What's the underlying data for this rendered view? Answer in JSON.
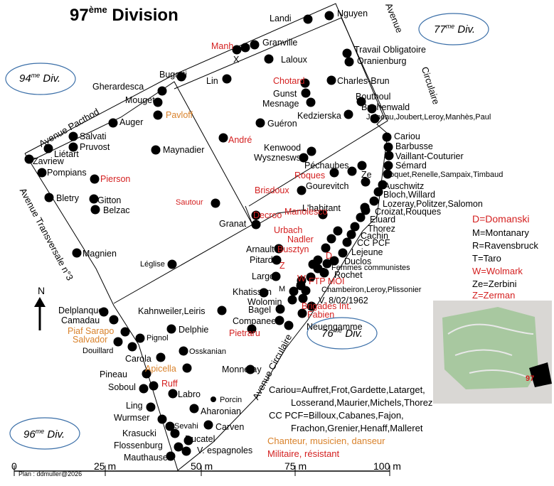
{
  "title": {
    "main": "97",
    "sup": "ème",
    "rest": " Division"
  },
  "divisions": {
    "d94": {
      "num": "94",
      "sup": "me",
      "word": "Div."
    },
    "d77": {
      "num": "77",
      "sup": "me",
      "word": "Div."
    },
    "d76": {
      "num": "76",
      "sup": "me",
      "word": "Div."
    },
    "d96": {
      "num": "96",
      "sup": "me",
      "word": "Div."
    }
  },
  "roads": [
    "Avenue",
    "Circulaire",
    "Avenue Pacthod",
    "Avenue Transversale n°3",
    "Avenue Circulaire"
  ],
  "north": "N",
  "legend": [
    "D=Domanski",
    "M=Montanary",
    "R=Ravensbruck",
    "T=Taro",
    "W=Wolmark",
    "Ze=Zerbini",
    "Z=Zerman"
  ],
  "notes": [
    "Cariou=Auffret,Frot,Gardette,Latarget,",
    "Losserand,Maurier,Michels,Thorez",
    "CC PCF=Billoux,Cabanes,Fajon,",
    "Frachon,Grenier,Henaff,Malleret",
    "Chanteur, musicien, danseur",
    "Militaire, résistant"
  ],
  "inset_label": "97",
  "scale": [
    "0",
    "25 m",
    "50 m",
    "75 m",
    "100 m"
  ],
  "credit": "Plan : ddmuller@2026",
  "colors": {
    "red": "#d42020",
    "orange": "#d9822b",
    "ellipse": "#3b6fa8"
  },
  "graves": [
    {
      "name": "Landi",
      "c": ""
    },
    {
      "name": "Nguyen",
      "c": ""
    },
    {
      "name": "Manh",
      "c": "r"
    },
    {
      "name": "X",
      "c": ""
    },
    {
      "name": "Granville",
      "c": ""
    },
    {
      "name": "Laloux",
      "c": ""
    },
    {
      "name": "Travail Obligatoire",
      "c": ""
    },
    {
      "name": "Oranienburg",
      "c": ""
    },
    {
      "name": "Bugatti",
      "c": ""
    },
    {
      "name": "Lin",
      "c": ""
    },
    {
      "name": "Chotard",
      "c": "r"
    },
    {
      "name": "Charles-Brun",
      "c": ""
    },
    {
      "name": "Gherardesca",
      "c": ""
    },
    {
      "name": "Gunst",
      "c": ""
    },
    {
      "name": "Bouthoul",
      "c": ""
    },
    {
      "name": "Mouget",
      "c": ""
    },
    {
      "name": "Mesnage",
      "c": ""
    },
    {
      "name": "Buchenwald",
      "c": ""
    },
    {
      "name": "Avenue Pacthod",
      "c": "skip"
    },
    {
      "name": "Pavloff",
      "c": "o"
    },
    {
      "name": "Kedzierska",
      "c": ""
    },
    {
      "name": "Joineau,Joubert,Leroy,Manhès,Paul",
      "c": "sm"
    },
    {
      "name": "Auger",
      "c": ""
    },
    {
      "name": "Guéron",
      "c": ""
    },
    {
      "name": "Cariou",
      "c": ""
    },
    {
      "name": "Salvati",
      "c": ""
    },
    {
      "name": "Barbusse",
      "c": ""
    },
    {
      "name": "Pruvost",
      "c": ""
    },
    {
      "name": "André",
      "c": "r"
    },
    {
      "name": "Kenwood",
      "c": ""
    },
    {
      "name": "Vaillant-Couturier",
      "c": ""
    },
    {
      "name": "Liétart",
      "c": ""
    },
    {
      "name": "Maynadier",
      "c": ""
    },
    {
      "name": "Wyszneswski",
      "c": ""
    },
    {
      "name": "Sémard",
      "c": ""
    },
    {
      "name": "Zavriew",
      "c": ""
    },
    {
      "name": "Péchaubes",
      "c": ""
    },
    {
      "name": "Moquet,Renelle,Sampaix,Timbaud",
      "c": "sm"
    },
    {
      "name": "Pompians",
      "c": ""
    },
    {
      "name": "Roques",
      "c": "r"
    },
    {
      "name": "Ze",
      "c": ""
    },
    {
      "name": "Pierson",
      "c": "r"
    },
    {
      "name": "Gourevitch",
      "c": ""
    },
    {
      "name": "Auschwitz",
      "c": ""
    },
    {
      "name": "Brisdoux",
      "c": "r"
    },
    {
      "name": "Bloch,Willard",
      "c": ""
    },
    {
      "name": "Bletry",
      "c": ""
    },
    {
      "name": "Gitton",
      "c": ""
    },
    {
      "name": "Lozeray,Politzer,Salomon",
      "c": ""
    },
    {
      "name": "Sautour",
      "c": "r sm"
    },
    {
      "name": "Belzac",
      "c": ""
    },
    {
      "name": "L'habitant",
      "c": ""
    },
    {
      "name": "Croizat,Rouques",
      "c": ""
    },
    {
      "name": "Decroo",
      "c": "r"
    },
    {
      "name": "Manolesco",
      "c": "r"
    },
    {
      "name": "Eluard",
      "c": ""
    },
    {
      "name": "Granat",
      "c": ""
    },
    {
      "name": "Thorez",
      "c": ""
    },
    {
      "name": "Urbach",
      "c": "r"
    },
    {
      "name": "Cachin",
      "c": ""
    },
    {
      "name": "Nadler",
      "c": "r"
    },
    {
      "name": "CC PCF",
      "c": ""
    },
    {
      "name": "Magnien",
      "c": ""
    },
    {
      "name": "Arnault",
      "c": ""
    },
    {
      "name": "Busztyn",
      "c": "r"
    },
    {
      "name": "Lejeune",
      "c": ""
    },
    {
      "name": "D",
      "c": "r"
    },
    {
      "name": "Pitard",
      "c": ""
    },
    {
      "name": "Z",
      "c": "r"
    },
    {
      "name": "Duclos",
      "c": ""
    },
    {
      "name": "Léglise",
      "c": "sm"
    },
    {
      "name": "Femmes communistes",
      "c": "sm"
    },
    {
      "name": "Largo",
      "c": ""
    },
    {
      "name": "T",
      "c": ""
    },
    {
      "name": "Rochet",
      "c": ""
    },
    {
      "name": "W",
      "c": "r"
    },
    {
      "name": "FTP MOI",
      "c": "r"
    },
    {
      "name": "R",
      "c": ""
    },
    {
      "name": "M",
      "c": "sm"
    },
    {
      "name": "Chambeiron,Leroy,Plissonier",
      "c": "sm"
    },
    {
      "name": "Khatissan",
      "c": ""
    },
    {
      "name": "Wolomin",
      "c": ""
    },
    {
      "name": "V. 8/02/1962",
      "c": ""
    },
    {
      "name": "Brigades Int.",
      "c": "r"
    },
    {
      "name": "Bagel",
      "c": ""
    },
    {
      "name": "Fabien",
      "c": "r"
    },
    {
      "name": "Kahnweiler,Leiris",
      "c": ""
    },
    {
      "name": "Delplanque",
      "c": ""
    },
    {
      "name": "Camadau",
      "c": ""
    },
    {
      "name": "Companeez",
      "c": ""
    },
    {
      "name": "Neuengamme",
      "c": ""
    },
    {
      "name": "Delphie",
      "c": ""
    },
    {
      "name": "Piaf Sarapo",
      "c": "o"
    },
    {
      "name": "Pietraru",
      "c": "r"
    },
    {
      "name": "Salvador",
      "c": "o"
    },
    {
      "name": "Pignol",
      "c": "sm"
    },
    {
      "name": "Douillard",
      "c": "sm"
    },
    {
      "name": "Osskanian",
      "c": "sm"
    },
    {
      "name": "Carola",
      "c": ""
    },
    {
      "name": "Apicella",
      "c": "o"
    },
    {
      "name": "Monneray",
      "c": ""
    },
    {
      "name": "Pineau",
      "c": ""
    },
    {
      "name": "Soboul",
      "c": ""
    },
    {
      "name": "Ruff",
      "c": "r"
    },
    {
      "name": "Labro",
      "c": ""
    },
    {
      "name": "Porcin",
      "c": "sm"
    },
    {
      "name": "Ling",
      "c": ""
    },
    {
      "name": "Aharonian",
      "c": ""
    },
    {
      "name": "Wurmser",
      "c": ""
    },
    {
      "name": "Sevahi",
      "c": "sm"
    },
    {
      "name": "Carven",
      "c": ""
    },
    {
      "name": "Krasucki",
      "c": ""
    },
    {
      "name": "Ducatel",
      "c": ""
    },
    {
      "name": "Flossenburg",
      "c": ""
    },
    {
      "name": "V. espagnoles",
      "c": ""
    },
    {
      "name": "Mauthausen",
      "c": ""
    }
  ]
}
